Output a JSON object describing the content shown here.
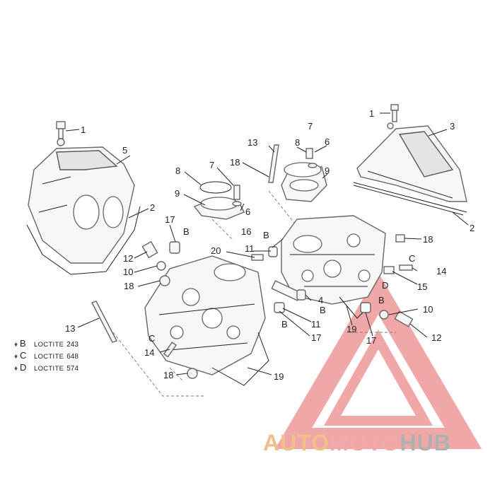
{
  "callouts": {
    "c1a": "1",
    "c1b": "1",
    "c2a": "2",
    "c2b": "2",
    "c3": "3",
    "c4": "4",
    "c5": "5",
    "c6a": "6",
    "c6b": "6",
    "c7a": "7",
    "c7b": "7",
    "c8a": "8",
    "c8b": "8",
    "c9a": "9",
    "c9b": "9",
    "c10a": "10",
    "c10b": "10",
    "c11a": "11",
    "c11b": "11",
    "c12a": "12",
    "c12b": "12",
    "c13a": "13",
    "c13b": "13",
    "c14a": "14",
    "c14b": "14",
    "c15": "15",
    "c16": "16",
    "c17a": "17",
    "c17b": "17",
    "c17c": "17",
    "c18a": "18",
    "c18b": "18",
    "c18c": "18",
    "c18d": "18",
    "c19a": "19",
    "c19b": "19",
    "c20": "20"
  },
  "marks": {
    "b1": "B",
    "b2": "B",
    "b3": "B",
    "b4": "B",
    "b5": "B",
    "c1": "C",
    "c2": "C",
    "d1": "D"
  },
  "legend": [
    {
      "letter": "B",
      "brand": "LOCTITE",
      "number": "243"
    },
    {
      "letter": "C",
      "brand": "LOCTITE",
      "number": "648"
    },
    {
      "letter": "D",
      "brand": "LOCTITE",
      "number": "574"
    }
  ],
  "watermark": {
    "part1": "AUTO",
    "part2": "MOTO",
    "part3": "HUB"
  },
  "colors": {
    "watermark_red": "#ec8a8a",
    "watermark_orange": "#f0c08a",
    "watermark_grey": "#b0b0b0"
  }
}
